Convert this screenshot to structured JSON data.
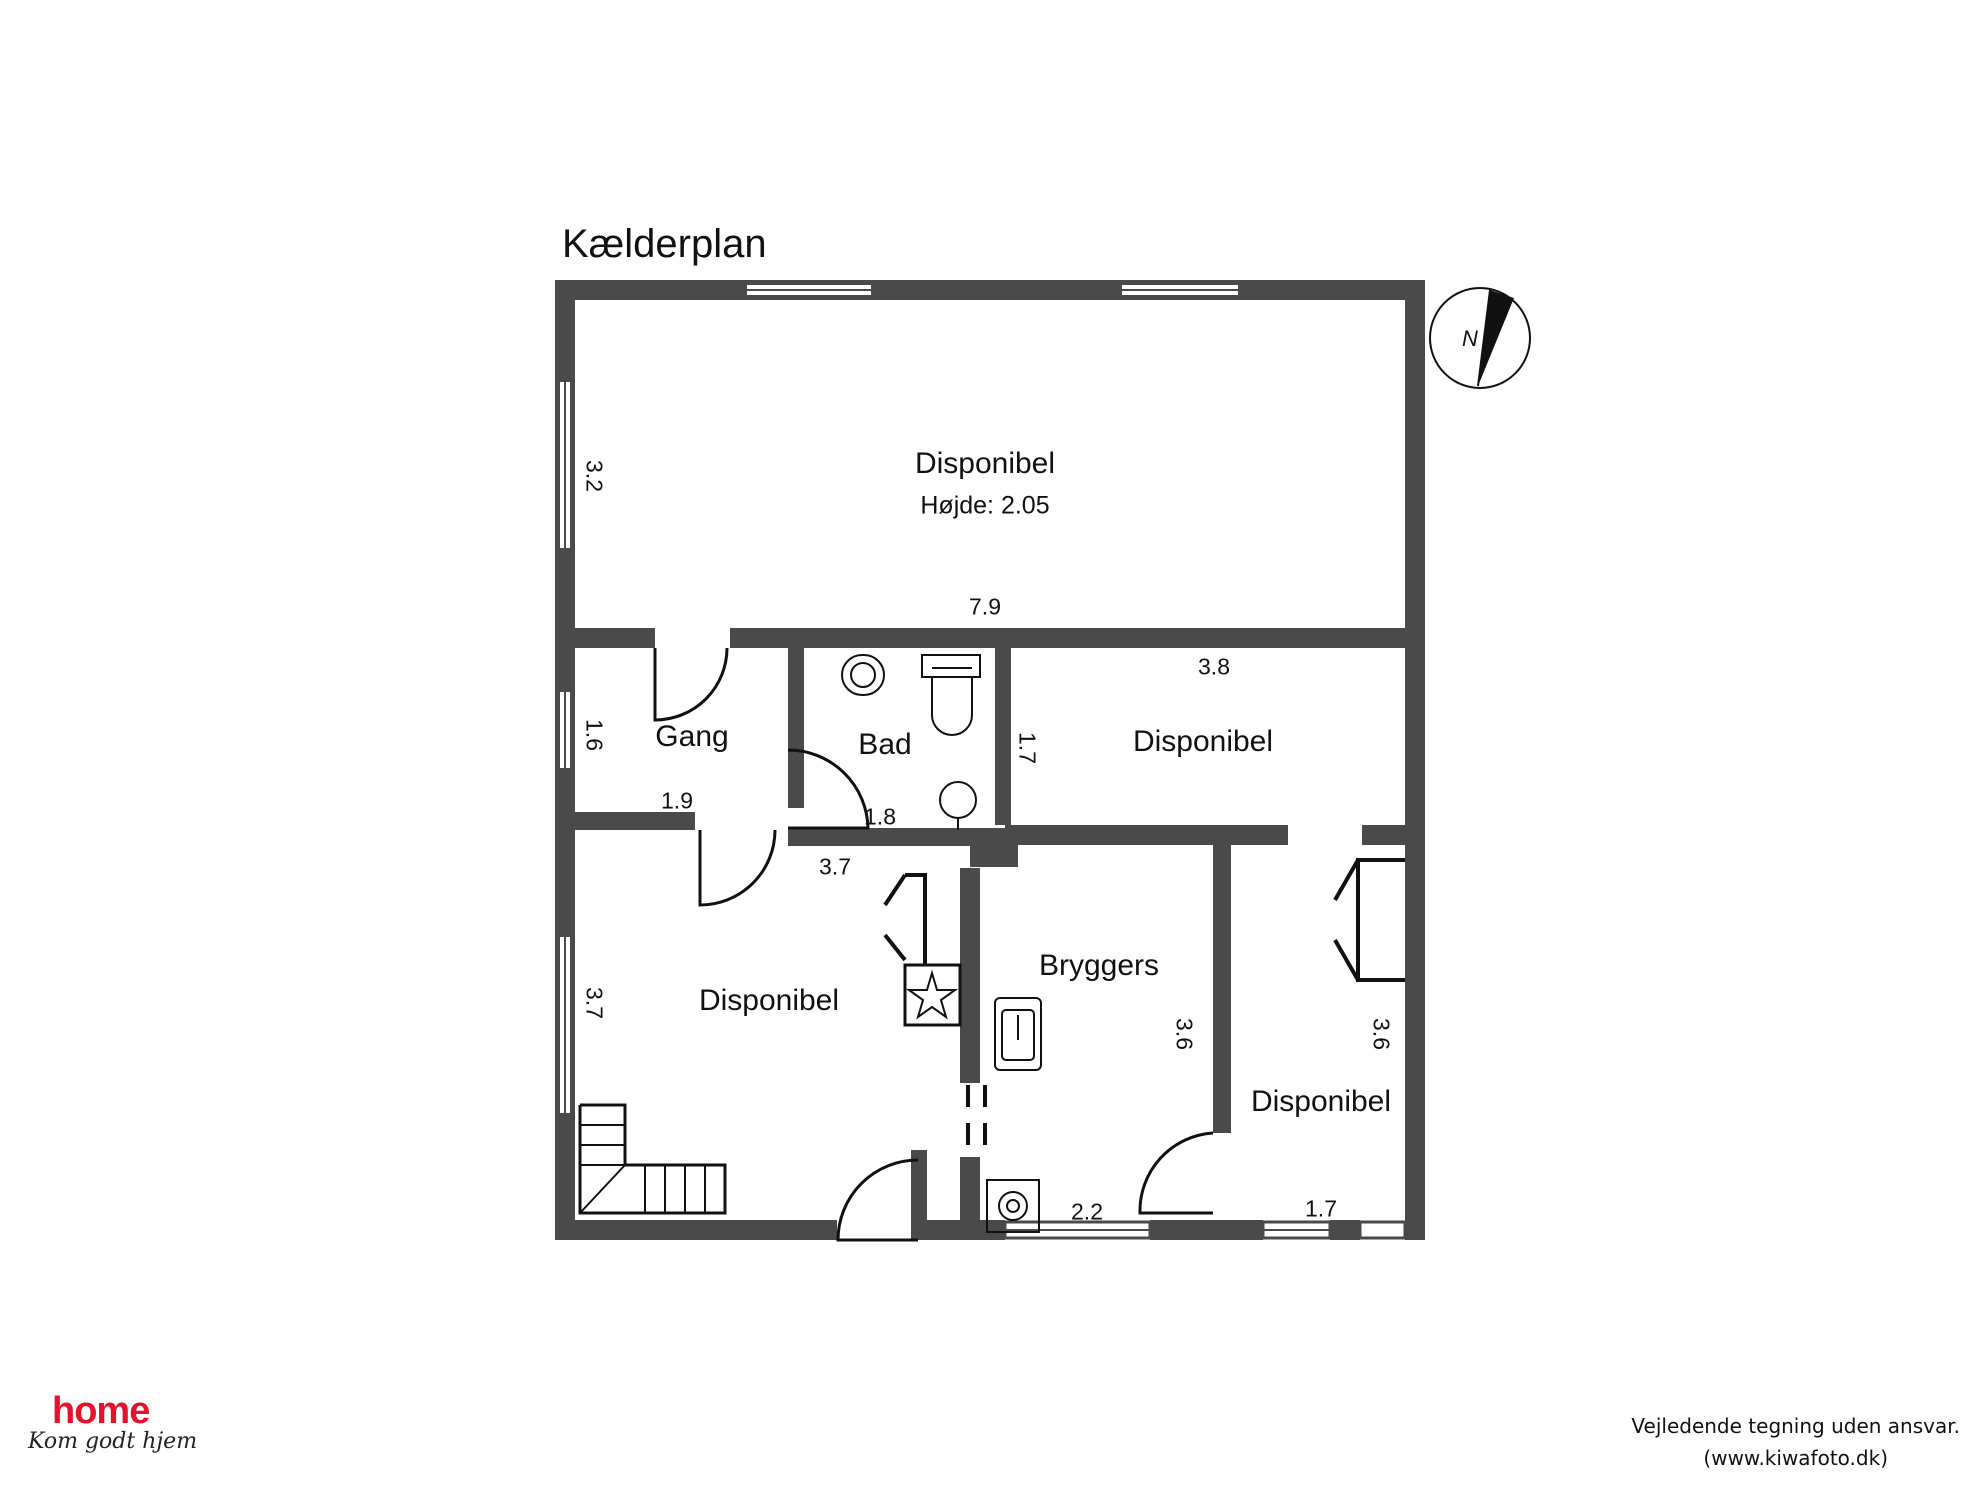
{
  "title": "Kælderplan",
  "compass_letter": "N",
  "rooms": {
    "top": {
      "name": "Disponibel",
      "height_label": "Højde: 2.05"
    },
    "gang": {
      "name": "Gang"
    },
    "bad": {
      "name": "Bad"
    },
    "mid_right": {
      "name": "Disponibel"
    },
    "bottom_left": {
      "name": "Disponibel"
    },
    "bryggers": {
      "name": "Bryggers"
    },
    "bottom_right": {
      "name": "Disponibel"
    }
  },
  "dimensions": {
    "top_width": "7.9",
    "top_height": "3.2",
    "gang_height": "1.6",
    "gang_width": "1.9",
    "bad_width": "1.8",
    "mid_right_width": "3.8",
    "mid_right_height": "1.7",
    "bottom_left_width": "3.7",
    "bottom_left_height": "3.7",
    "bryggers_height": "3.6",
    "bryggers_width": "2.2",
    "bottom_right_height": "3.6",
    "bottom_right_width": "1.7"
  },
  "brand": {
    "name": "home",
    "tagline": "Kom godt hjem"
  },
  "disclaimer": {
    "line1": "Vejledende tegning uden ansvar.",
    "line2": "(www.kiwafoto.dk)"
  },
  "colors": {
    "wall": "#4a4a4a",
    "brand_red": "#e4132b",
    "line": "#111111"
  }
}
